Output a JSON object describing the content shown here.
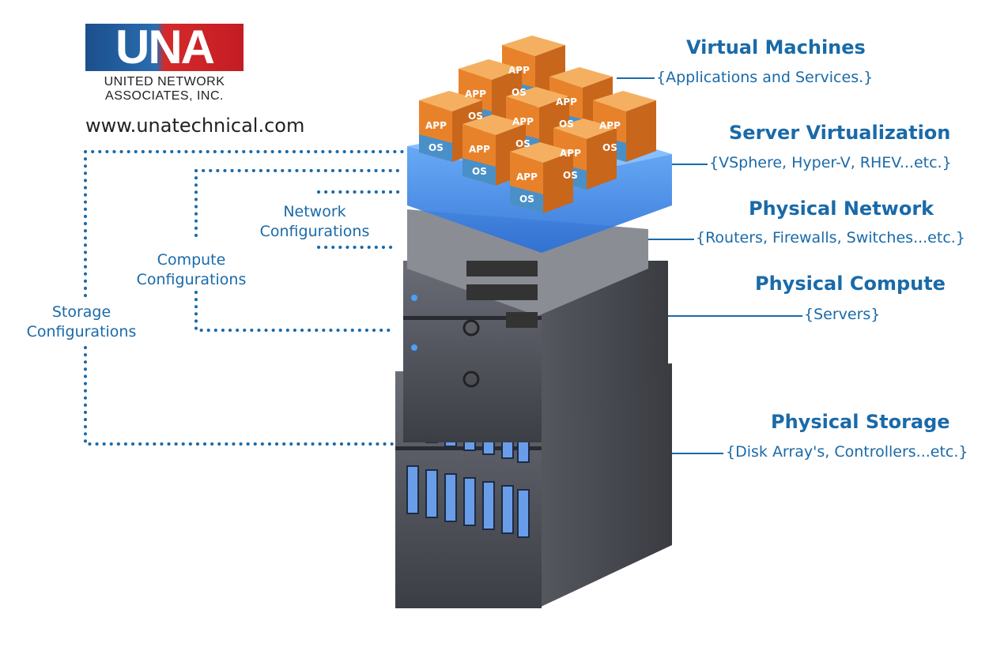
{
  "logo": {
    "letters": "UNA",
    "company_line1": "UNITED NETWORK",
    "company_line2": "ASSOCIATES, INC.",
    "url": "www.unatechnical.com",
    "colors": {
      "blue": "#1b4f8c",
      "red": "#d42a2a"
    }
  },
  "layers": [
    {
      "title": "Virtual Machines",
      "detail": "{Applications and Services.}"
    },
    {
      "title": "Server Virtualization",
      "detail": "{VSphere, Hyper-V, RHEV...etc.}"
    },
    {
      "title": "Physical Network",
      "detail": "{Routers, Firewalls, Switches...etc.}"
    },
    {
      "title": "Physical Compute",
      "detail": "{Servers}"
    },
    {
      "title": "Physical Storage",
      "detail": "{Disk Array's, Controllers...etc.}"
    }
  ],
  "configurations": [
    {
      "line1": "Network",
      "line2": "Configurations"
    },
    {
      "line1": "Compute",
      "line2": "Configurations"
    },
    {
      "line1": "Storage",
      "line2": "Configurations"
    }
  ],
  "vm": {
    "app": "APP",
    "os": "OS"
  },
  "colors": {
    "text": "#1a6aa8",
    "virtualization": "#3a86e8",
    "vm": "#e8822a",
    "hardware": "#5a5d66"
  }
}
